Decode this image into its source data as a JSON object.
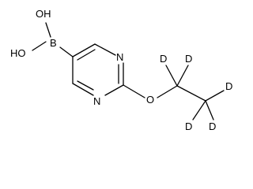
{
  "molecule": {
    "atoms": {
      "oh_top": "OH",
      "oh_bottom": "HO",
      "boron": "B",
      "n_top": "N",
      "n_bottom": "N",
      "oxygen": "O",
      "d1": "D",
      "d2": "D",
      "d3": "D",
      "d4": "D",
      "d5": "D"
    }
  }
}
